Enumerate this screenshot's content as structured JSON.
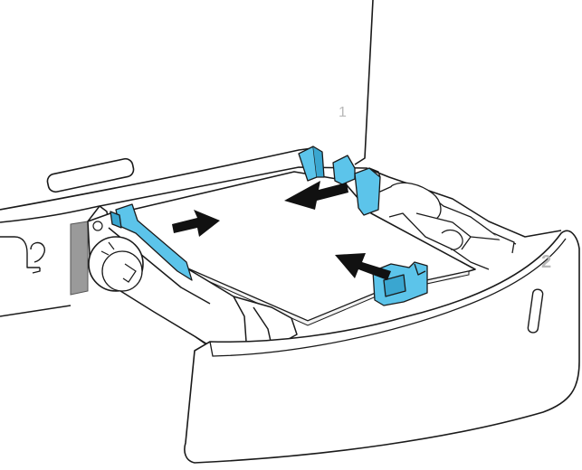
{
  "tray_labels": {
    "upper_tray": "1",
    "lower_tray": "2"
  },
  "colors": {
    "guide_blue": "#5cc4ea",
    "guide_blue_dark": "#2e8fb5",
    "line": "#1a1a1a",
    "arrow": "#111111",
    "paper": "#ffffff",
    "metal_gray": "#9a9a9a"
  },
  "icons": [
    "paper-width-guide",
    "paper-length-guide",
    "inward-arrow",
    "paper-size-dial"
  ]
}
